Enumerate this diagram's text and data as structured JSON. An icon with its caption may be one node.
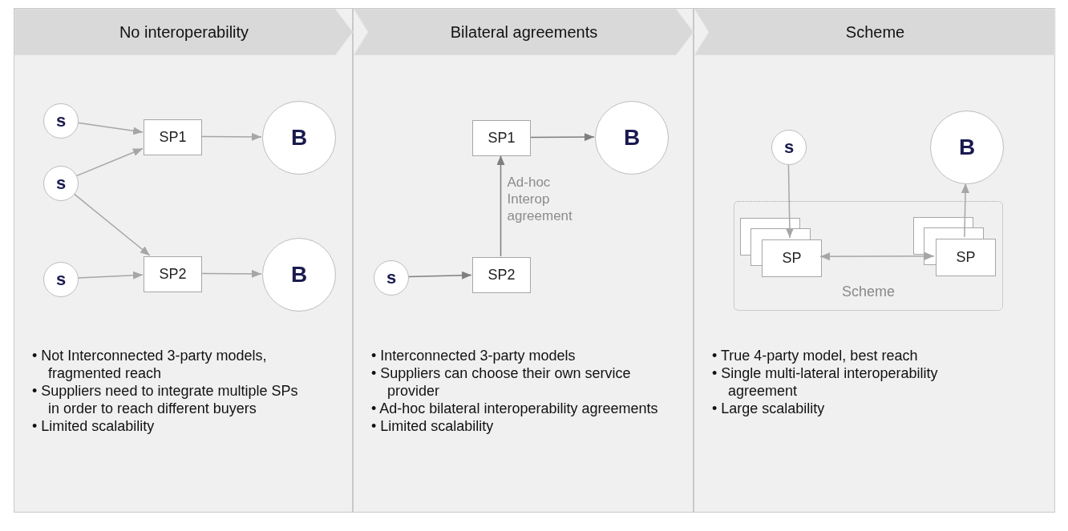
{
  "diagram": {
    "nodes": [
      {
        "text": [
          "No interoperability",
          "• Not Interconnected 3-party models, fragmented reach",
          "• Suppliers need to integrate multiple SPs in order to reach different buyers",
          "• Limited scalability"
        ]
      },
      {
        "text": [
          "s"
        ],
        "in": 0
      },
      {
        "text": [
          "s"
        ],
        "in": 0
      },
      {
        "text": [
          "s"
        ],
        "in": 0
      },
      {
        "text": [
          "SP1"
        ],
        "in": 0
      },
      {
        "text": [
          "SP2"
        ],
        "in": 0
      },
      {
        "text": [
          "B"
        ],
        "in": 0
      },
      {
        "text": [
          "B"
        ],
        "in": 0
      },
      {
        "text": [
          "Bilateral agreements",
          "• Interconnected 3-party models",
          "• Suppliers can choose their own service provider",
          "• Ad-hoc bilateral interoperability agreements",
          "• Limited scalability"
        ]
      },
      {
        "text": [
          "SP1"
        ],
        "in": 8
      },
      {
        "text": [
          "B"
        ],
        "in": 8
      },
      {
        "text": [
          "s"
        ],
        "in": 8
      },
      {
        "text": [
          "SP2"
        ],
        "in": 8
      },
      {
        "text": [
          "Scheme",
          "• True 4-party model, best reach",
          "• Single multi-lateral interoperability agreement",
          "• Large scalability"
        ]
      },
      {
        "text": [
          "s"
        ],
        "in": 13
      },
      {
        "text": [
          "B"
        ],
        "in": 13
      },
      {
        "text": [
          "Scheme"
        ],
        "in": 13
      },
      {
        "text": [
          "SP"
        ],
        "in": 16
      },
      {
        "text": [
          "SP"
        ],
        "in": 16
      }
    ],
    "edges": [
      {
        "from": 1,
        "to": 4,
        "arrow": "to"
      },
      {
        "from": 2,
        "to": 4,
        "arrow": "to"
      },
      {
        "from": 2,
        "to": 5,
        "arrow": "to"
      },
      {
        "from": 3,
        "to": 5,
        "arrow": "to"
      },
      {
        "from": 4,
        "to": 6,
        "arrow": "to"
      },
      {
        "from": 5,
        "to": 7,
        "arrow": "to"
      },
      {
        "from": 11,
        "to": 12,
        "arrow": "to",
        "color": "#7f7f7f"
      },
      {
        "from": 12,
        "to": 9,
        "arrow": "to",
        "label": "Ad-hoc Interop agreement",
        "color": "#7f7f7f"
      },
      {
        "from": 9,
        "to": 10,
        "arrow": "to",
        "color": "#7f7f7f"
      },
      {
        "from": 14,
        "to": 17,
        "arrow": "to"
      },
      {
        "from": 17,
        "to": 18,
        "arrow": "both"
      },
      {
        "from": 18,
        "to": 15,
        "arrow": "to"
      }
    ]
  }
}
